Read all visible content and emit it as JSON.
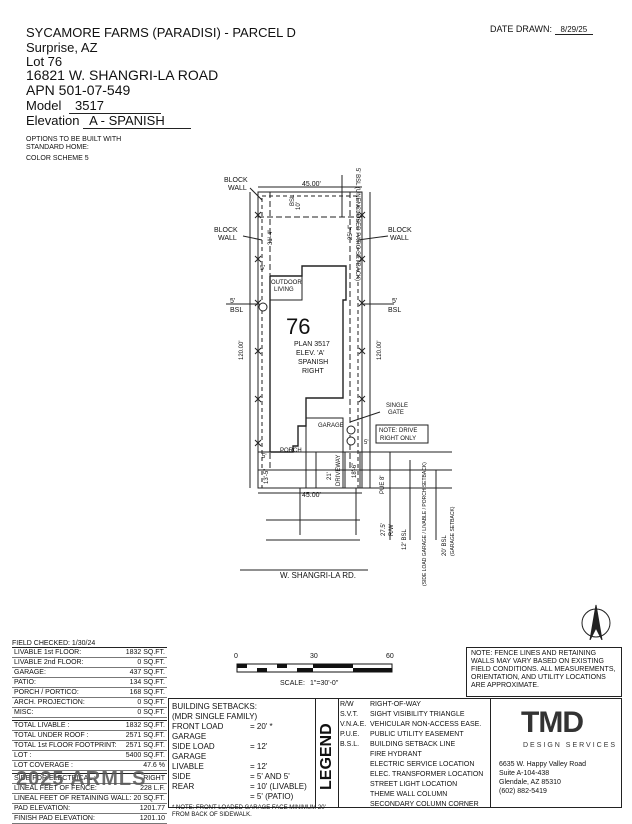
{
  "header": {
    "subdivision": "SYCAMORE FARMS (PARADISI) - PARCEL D",
    "city": "Surprise, AZ",
    "lot": "Lot 76",
    "address": "16821 W. SHANGRI-LA ROAD",
    "apn": "APN 501-07-549",
    "model_label": "Model",
    "model_value": "3517",
    "elevation_label": "Elevation",
    "elevation_value": "A - SPANISH",
    "options_note_1": "OPTIONS TO BE BUILT WITH",
    "options_note_2": "STANDARD HOME:",
    "color_scheme": "COLOR SCHEME 5",
    "date_label": "DATE DRAWN:",
    "date_value": "8/29/25"
  },
  "plan": {
    "lot_number": "76",
    "plan_line": "PLAN 3517",
    "elev_line": "ELEV. 'A'",
    "style_line": "SPANISH",
    "hand_line": "RIGHT",
    "top_width": "45.00'",
    "bottom_width": "45.00'",
    "left_depth": "120.00'",
    "right_depth": "120.00'",
    "block_wall_1": "BLOCK",
    "block_wall_2": "WALL",
    "bsl_top": "5' BSL (UNENCLOSED PATIO SETBACK)",
    "side_5": "5'",
    "bsl": "BSL",
    "outdoor_living_1": "OUTDOOR",
    "outdoor_living_2": "LIVING",
    "garage": "GARAGE",
    "porch": "PORCH",
    "single_gate_1": "SINGLE",
    "single_gate_2": "GATE",
    "note_drive_1": "NOTE: DRIVE",
    "note_drive_2": "RIGHT ONLY",
    "dim_31_4": "31'-4\"",
    "dim_25_4": "25'-4\"",
    "dim_10": "10'",
    "dim_13_5": "13'-5\"",
    "dim_21": "21'",
    "dim_18_6": "18'-6\"",
    "dim_8": "8'",
    "pue": "PUE",
    "dim_27_5": "27.5'",
    "rw": "R/W",
    "bsl_12": "12' BSL",
    "bsl_12_note": "(SIDE LOAD GARAGE / LIVABLE / PORCH SETBACK)",
    "bsl_20": "20' BSL",
    "bsl_20_note": "(GARAGE SETBACK)",
    "street": "W. SHANGRI-LA RD.",
    "driveway": "DRIVEWAY"
  },
  "field_checked": "FIELD CHECKED: 1/30/24",
  "stats_1": [
    {
      "label": "LIVABLE 1st FLOOR:",
      "value": "1832 SQ.FT."
    },
    {
      "label": "LIVABLE 2nd FLOOR:",
      "value": "0 SQ.FT."
    },
    {
      "label": "GARAGE:",
      "value": "437 SQ.FT."
    },
    {
      "label": "PATIO:",
      "value": "134 SQ.FT."
    },
    {
      "label": "PORCH / PORTICO:",
      "value": "168 SQ.FT."
    },
    {
      "label": "ARCH. PROJECTION:",
      "value": "0 SQ.FT."
    },
    {
      "label": "MISC:",
      "value": "0 SQ.FT."
    }
  ],
  "stats_2": [
    {
      "label": "TOTAL LIVABLE :",
      "value": "1832 SQ.FT."
    },
    {
      "label": "TOTAL UNDER ROOF :",
      "value": "2571 SQ.FT."
    },
    {
      "label": "TOTAL 1st FLOOR FOOTPRINT:",
      "value": "2571 SQ.FT."
    },
    {
      "label": "LOT :",
      "value": "5400 SQ.FT."
    },
    {
      "label": "LOT COVERAGE :",
      "value": "47.6 %"
    }
  ],
  "stats_3": [
    {
      "label": "SIDE FOR ELECTRICAL :",
      "value": "RIGHT"
    },
    {
      "label": "LINEAL FEET OF FENCE:",
      "value": "228 L.F."
    },
    {
      "label": "LINEAL FEET OF RETAINING WALL:",
      "value": "20 SQ.FT."
    },
    {
      "label": "PAD ELEVATION:",
      "value": "1201.77"
    },
    {
      "label": "FINISH PAD ELEVATION:",
      "value": "1201.10"
    }
  ],
  "watermark": "2025 ARMLS",
  "scale": {
    "ticks": [
      "0",
      "30",
      "60"
    ],
    "label": "SCALE:",
    "value": "1\"=30'-0\""
  },
  "fence_note": "NOTE: FENCE LINES AND RETAINING WALLS MAY VARY BASED ON EXISTING FIELD CONDITIONS. ALL MEASUREMENTS, ORIENTATION, AND UTILITY LOCATIONS ARE APPROXIMATE.",
  "setbacks": {
    "title_1": "BUILDING SETBACKS:",
    "title_2": "(MDR SINGLE FAMILY)",
    "rows": [
      {
        "label": "FRONT LOAD GARAGE",
        "value": "= 20' *"
      },
      {
        "label": "SIDE LOAD GARAGE",
        "value": "= 12'"
      },
      {
        "label": "LIVABLE",
        "value": "= 12'"
      },
      {
        "label": "SIDE",
        "value": "= 5' AND 5'"
      },
      {
        "label": "REAR",
        "value": "= 10' (LIVABLE)"
      },
      {
        "label": "",
        "value": "= 5' (PATIO)"
      }
    ],
    "note": "* NOTE: FRONT LOADED GARAGE FACE MINIMUM 20' FROM BACK OF SIDEWALK."
  },
  "legend": {
    "title": "LEGEND",
    "items": [
      {
        "abbr": "R/W",
        "text": "RIGHT-OF-WAY"
      },
      {
        "abbr": "S.V.T.",
        "text": "SIGHT VISIBILITY TRIANGLE"
      },
      {
        "abbr": "V.N.A.E.",
        "text": "VEHICULAR NON-ACCESS EASE."
      },
      {
        "abbr": "P.U.E.",
        "text": "PUBLIC UTILITY EASEMENT"
      },
      {
        "abbr": "B.S.L.",
        "text": "BUILDING SETBACK LINE"
      },
      {
        "abbr": "",
        "text": "FIRE HYDRANT"
      },
      {
        "abbr": "",
        "text": "ELECTRIC SERVICE LOCATION"
      },
      {
        "abbr": "",
        "text": "ELEC. TRANSFORMER LOCATION"
      },
      {
        "abbr": "",
        "text": "STREET LIGHT LOCATION"
      },
      {
        "abbr": "",
        "text": "THEME WALL COLUMN"
      },
      {
        "abbr": "",
        "text": "SECONDARY COLUMN CORNER"
      }
    ]
  },
  "company": {
    "logo": "TMD",
    "subtitle": "DESIGN SERVICES",
    "addr_1": "6635 W. Happy Valley Road",
    "addr_2": "Suite A-104-438",
    "addr_3": "Glendale, AZ 85310",
    "phone": "(602) 882-5419"
  }
}
